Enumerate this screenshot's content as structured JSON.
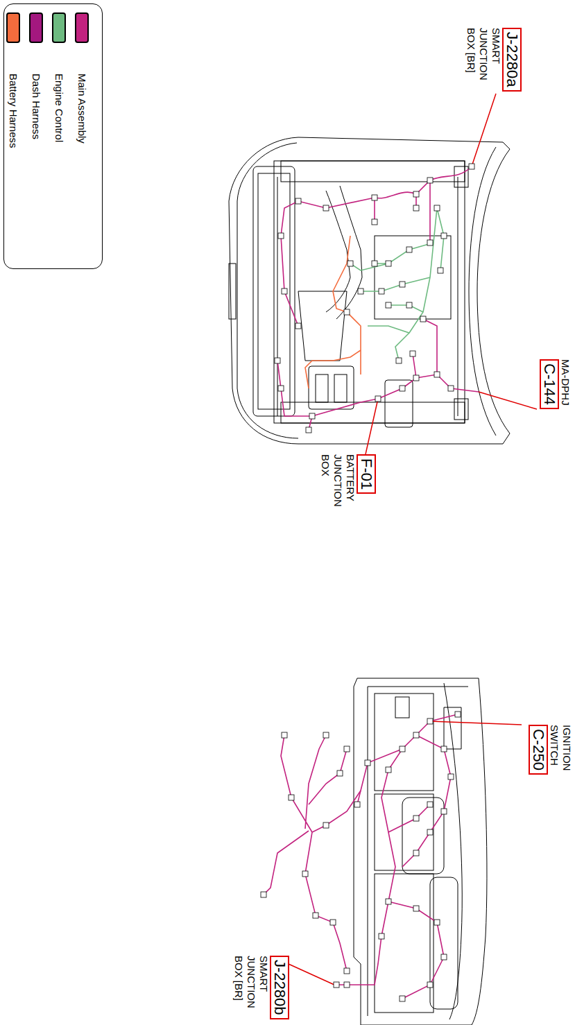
{
  "diagram": {
    "nodes": [
      {
        "text": [
          "J-2280a",
          "SMART JUNCTION BOX [BR]"
        ]
      },
      {
        "text": [
          "MA-DPHJ",
          "C-144"
        ]
      },
      {
        "text": [
          "F-01",
          "BATTERY JUNCTION BOX"
        ]
      },
      {
        "text": [
          "IGNITION SWITCH",
          "C-250"
        ]
      },
      {
        "text": [
          "J-2280b",
          "SMART JUNCTION BOX [BR]"
        ]
      }
    ],
    "edges": [],
    "legend": [
      {
        "text": "Main Assembly",
        "color": "#c2227f"
      },
      {
        "text": "Engine Control",
        "color": "#6dba80"
      },
      {
        "text": "Dash Harness",
        "color": "#a3187f"
      },
      {
        "text": "Battery Harness",
        "color": "#f36c3d"
      }
    ]
  }
}
